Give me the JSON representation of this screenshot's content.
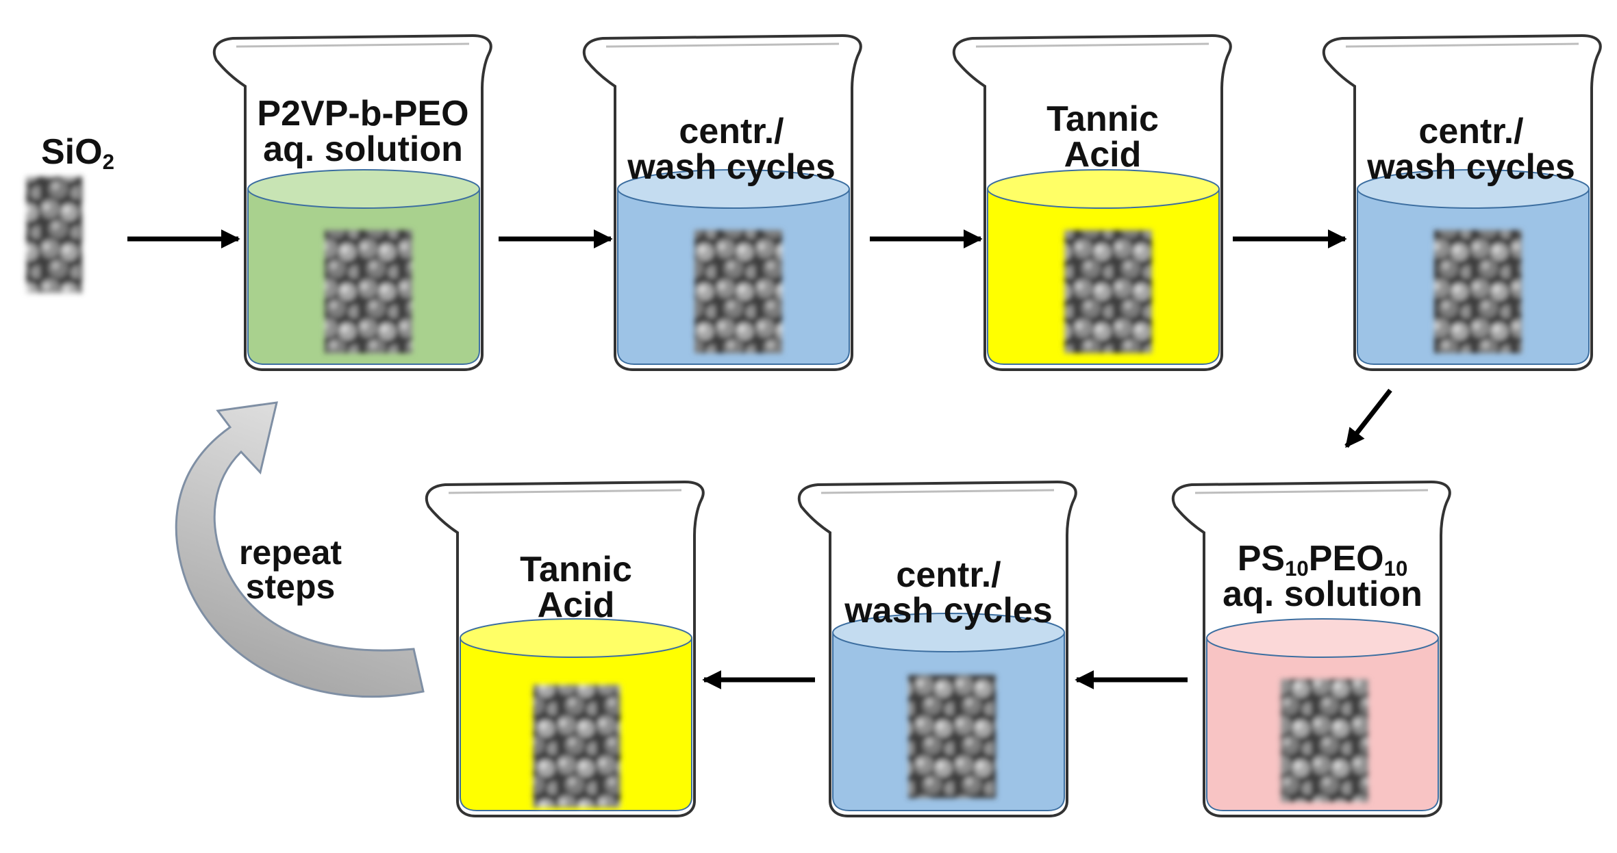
{
  "colors": {
    "green": "#a9d18e",
    "blue": "#9dc3e6",
    "yellow": "#ffff00",
    "pink": "#f8c4c4",
    "arrow": "#000000",
    "cycle_arrow": "#b8b8b8"
  },
  "start": {
    "label_base": "SiO",
    "label_sub": "2"
  },
  "beakers": [
    {
      "line1": "P2VP-b-PEO",
      "line2": "aq. solution",
      "fill": "green"
    },
    {
      "line1": "centr./",
      "line2": "wash cycles",
      "fill": "blue"
    },
    {
      "line1": "Tannic",
      "line2": "Acid",
      "fill": "yellow"
    },
    {
      "line1": "centr./",
      "line2": "wash cycles",
      "fill": "blue"
    },
    {
      "line1_parts": [
        "PS",
        "10",
        "PEO",
        "10"
      ],
      "line2": "aq. solution",
      "fill": "pink"
    },
    {
      "line1": "centr./",
      "line2": "wash cycles",
      "fill": "blue"
    },
    {
      "line1": "Tannic",
      "line2": "Acid",
      "fill": "yellow"
    }
  ],
  "cycle": {
    "line1": "repeat",
    "line2": "steps"
  },
  "icons": [
    "sem-particle-image",
    "right-arrow-icon",
    "left-arrow-icon",
    "diagonal-arrow-icon",
    "curved-arrow-icon"
  ]
}
